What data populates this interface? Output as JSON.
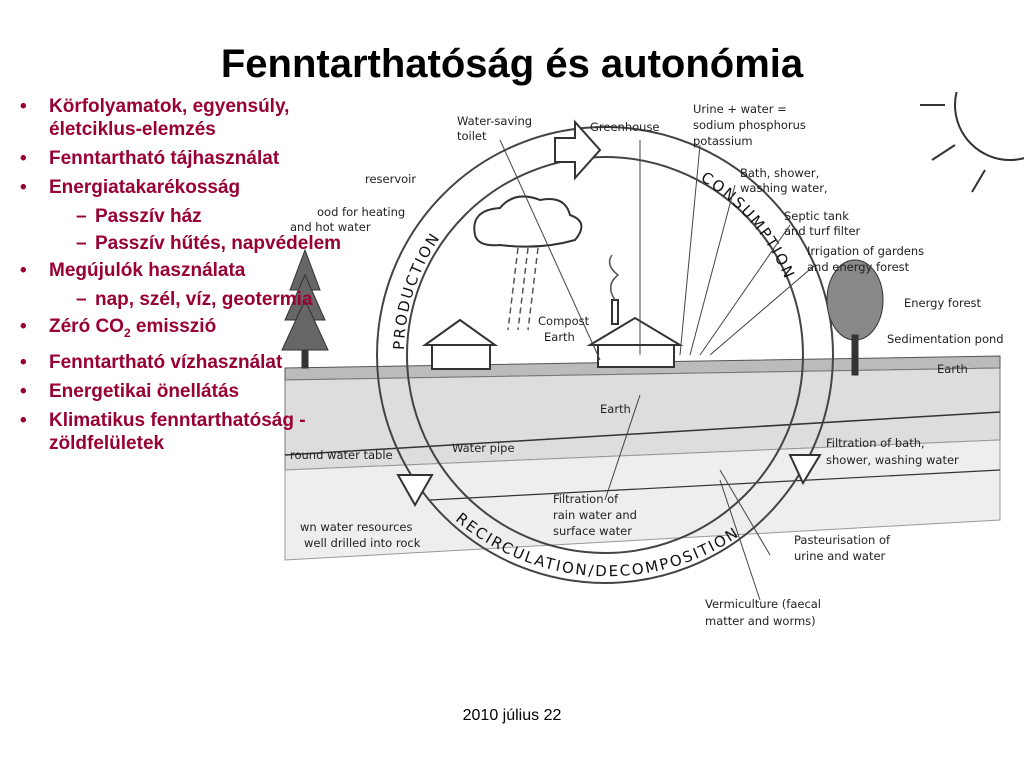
{
  "title": "Fenntarthatóság és autonómia",
  "bullets": [
    {
      "level": 1,
      "text": "Körfolyamatok, egyensúly, életciklus-elemzés"
    },
    {
      "level": 1,
      "text": "Fenntartható tájhasználat"
    },
    {
      "level": 1,
      "text": "Energiatakarékosság"
    },
    {
      "level": 2,
      "text": "Passzív ház"
    },
    {
      "level": 2,
      "text": "Passzív hűtés, napvédelem"
    },
    {
      "level": 1,
      "text": "Megújulók használata"
    },
    {
      "level": 2,
      "text": "nap, szél, víz, geotermia"
    },
    {
      "level": 1,
      "text_before": "Zéró CO",
      "sub": "2",
      "text_after": " emisszió"
    },
    {
      "level": 1,
      "text": "Fenntartható vízhasználat"
    },
    {
      "level": 1,
      "text": "Energetikai önellátás"
    },
    {
      "level": 1,
      "text": "Klimatikus fenntarthatóság - zöldfelületek"
    }
  ],
  "diagram": {
    "cycle_labels": {
      "production": "PRODUCTION",
      "consumption": "CONSUMPTION",
      "recirculation": "RECIRCULATION/DECOMPOSITION"
    },
    "labels": {
      "water_saving_toilet_1": "Water-saving",
      "water_saving_toilet_2": "toilet",
      "greenhouse": "Greenhouse",
      "urine_1": "Urine + water =",
      "urine_2": "sodium phosphorus",
      "urine_3": "potassium",
      "bath_1": "Bath, shower,",
      "bath_2": "washing water,",
      "septic_1": "Septic tank",
      "septic_2": "and turf filter",
      "irrigation_1": "Irrigation of gardens",
      "irrigation_2": "and energy forest",
      "energy_forest": "Energy forest",
      "sedimentation": "Sedimentation pond",
      "earth_right": "Earth",
      "reservoir": "reservoir",
      "wood_1": "ood for heating",
      "wood_2": "and hot water",
      "compost_1": "Compost",
      "compost_2": "Earth",
      "earth_mid": "Earth",
      "water_pipe": "Water pipe",
      "ground_water": "round water table",
      "filtration_bath_1": "Filtration of bath,",
      "filtration_bath_2": "shower, washing water",
      "filtration_rain_1": "Filtration of",
      "filtration_rain_2": "rain water and",
      "filtration_rain_3": "surface water",
      "own_water_1": "wn water resources",
      "own_water_2": "well drilled into rock",
      "pasteurisation_1": "Pasteurisation of",
      "pasteurisation_2": "urine and water",
      "vermiculture_1": "Vermiculture (faecal",
      "vermiculture_2": "matter and worms)"
    }
  },
  "footer": "2010 július 22"
}
